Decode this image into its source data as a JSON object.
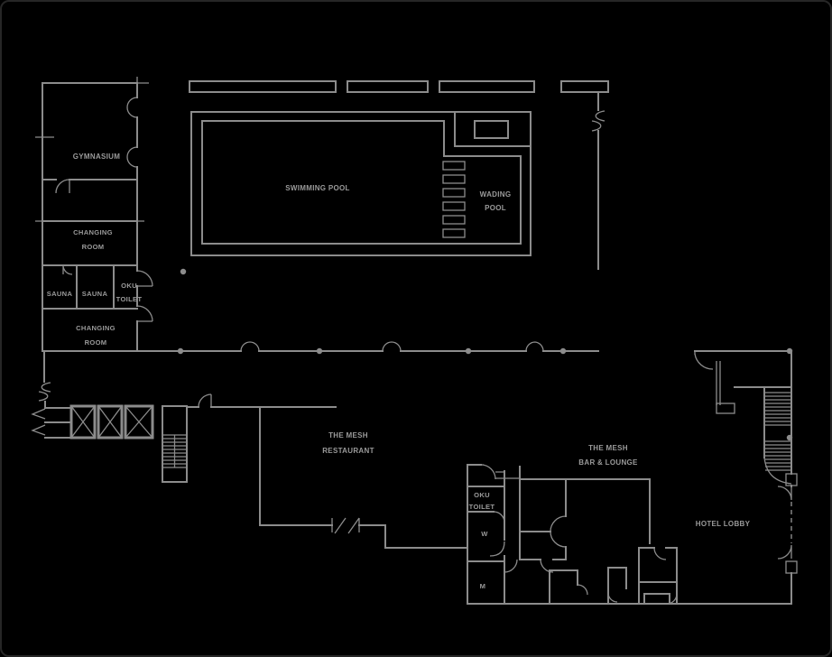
{
  "plan": {
    "rooms": {
      "gymnasium": {
        "label": "GYMNASIUM"
      },
      "changing_room_upper": {
        "line1": "CHANGING",
        "line2": "ROOM"
      },
      "sauna_left": {
        "label": "SAUNA"
      },
      "sauna_right": {
        "label": "SAUNA"
      },
      "oku_toilet_pool": {
        "line1": "OKU",
        "line2": "TOILET"
      },
      "changing_room_lower": {
        "line1": "CHANGING",
        "line2": "ROOM"
      },
      "swimming_pool": {
        "label": "SWIMMING POOL"
      },
      "wading_pool": {
        "line1": "WADING",
        "line2": "POOL"
      },
      "restaurant": {
        "line1": "THE MESH",
        "line2": "RESTAURANT"
      },
      "bar_lounge": {
        "line1": "THE MESH",
        "line2": "BAR & LOUNGE"
      },
      "hotel_lobby": {
        "label": "HOTEL LOBBY"
      },
      "oku_toilet_lobby": {
        "line1": "OKU",
        "line2": "TOILET"
      },
      "womens_toilet": {
        "label": "W"
      },
      "mens_toilet": {
        "label": "M"
      }
    },
    "colors": {
      "background": "#000000",
      "line": "#8c8c8c",
      "text": "#9a9a9a",
      "frame": "#262626"
    }
  }
}
